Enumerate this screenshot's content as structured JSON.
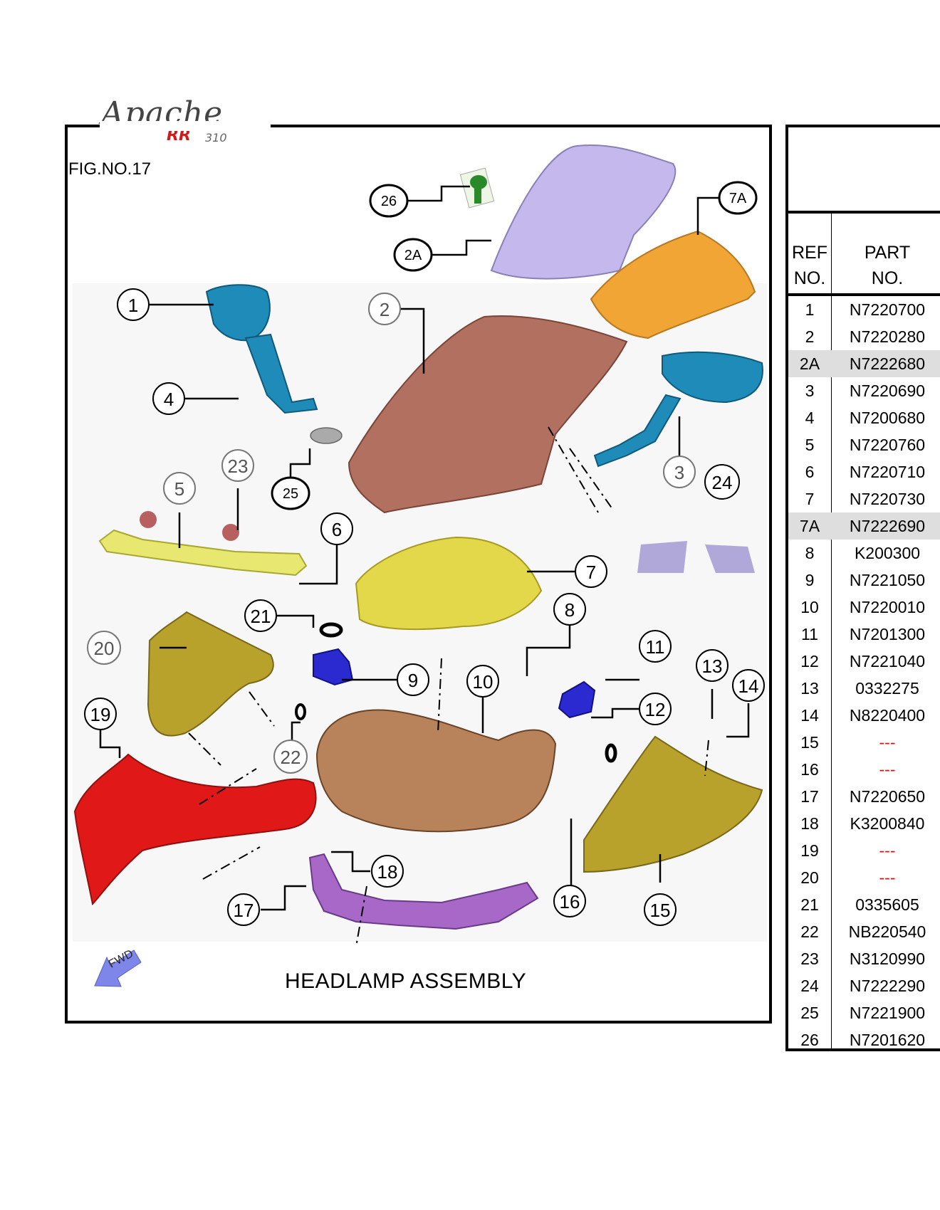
{
  "logo": {
    "script": "Apache",
    "model": "RR",
    "number": "310"
  },
  "figure": {
    "number": "FIG.NO.17",
    "title": "HEADLAMP ASSEMBLY",
    "fwd": "FWD"
  },
  "callouts": [
    "1",
    "2",
    "2A",
    "3",
    "4",
    "5",
    "6",
    "7",
    "7A",
    "8",
    "9",
    "10",
    "11",
    "12",
    "13",
    "14",
    "15",
    "16",
    "17",
    "18",
    "19",
    "20",
    "21",
    "22",
    "23",
    "24",
    "25",
    "26"
  ],
  "table": {
    "ref_header": [
      "REF",
      "NO."
    ],
    "part_header": [
      "PART",
      "NO."
    ],
    "rows": [
      {
        "ref": "1",
        "part": "N7220700"
      },
      {
        "ref": "2",
        "part": "N7220280"
      },
      {
        "ref": "2A",
        "part": "N7222680",
        "highlight": true
      },
      {
        "ref": "3",
        "part": "N7220690"
      },
      {
        "ref": "4",
        "part": "N7200680"
      },
      {
        "ref": "5",
        "part": "N7220760"
      },
      {
        "ref": "6",
        "part": "N7220710"
      },
      {
        "ref": "7",
        "part": "N7220730"
      },
      {
        "ref": "7A",
        "part": "N7222690",
        "highlight": true
      },
      {
        "ref": "8",
        "part": "K200300"
      },
      {
        "ref": "9",
        "part": "N7221050"
      },
      {
        "ref": "10",
        "part": "N7220010"
      },
      {
        "ref": "11",
        "part": "N7201300"
      },
      {
        "ref": "12",
        "part": "N7221040"
      },
      {
        "ref": "13",
        "part": "0332275"
      },
      {
        "ref": "14",
        "part": "N8220400"
      },
      {
        "ref": "15",
        "part": "---",
        "na": true
      },
      {
        "ref": "16",
        "part": "---",
        "na": true
      },
      {
        "ref": "17",
        "part": "N7220650"
      },
      {
        "ref": "18",
        "part": "K3200840"
      },
      {
        "ref": "19",
        "part": "---",
        "na": true
      },
      {
        "ref": "20",
        "part": "---",
        "na": true
      },
      {
        "ref": "21",
        "part": "0335605"
      },
      {
        "ref": "22",
        "part": "NB220540"
      },
      {
        "ref": "23",
        "part": "N3120990"
      },
      {
        "ref": "24",
        "part": "N7222290"
      },
      {
        "ref": "25",
        "part": "N7221900"
      },
      {
        "ref": "26",
        "part": "N7201620"
      }
    ]
  },
  "colors": {
    "mirror": "#1e8bb8",
    "visor": "#b27060",
    "windscreen": "#c4b8ec",
    "windscreen_tinted": "#f0a535",
    "yellow_part": "#e2d84a",
    "bracket": "#2a2ad0",
    "housing": "#b8825a",
    "red_cowl": "#e01818",
    "gold_panel": "#b9a22c",
    "purple_bracket": "#a868c8",
    "green_bolt": "#2a8a2a",
    "na_text": "#e01010"
  }
}
